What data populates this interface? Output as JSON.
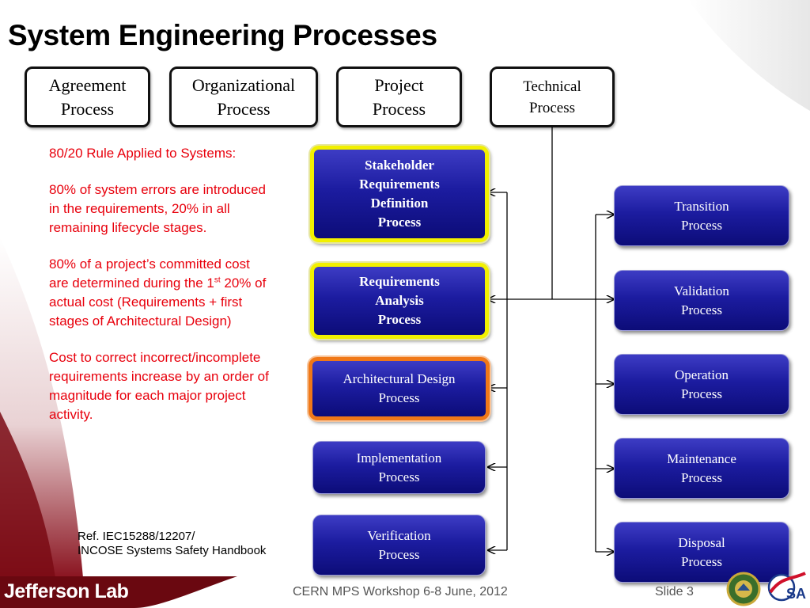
{
  "title": "System Engineering Processes",
  "top_processes": [
    {
      "label": "Agreement\nProcess"
    },
    {
      "label": "Organizational\nProcess"
    },
    {
      "label": "Project\nProcess"
    },
    {
      "label": "Technical\nProcess"
    }
  ],
  "left_processes": [
    {
      "label": "Stakeholder\nRequirements\nDefinition\nProcess",
      "highlight": "yellow"
    },
    {
      "label": "Requirements\nAnalysis\nProcess",
      "highlight": "yellow"
    },
    {
      "label": "Architectural Design\nProcess",
      "highlight": "orange"
    },
    {
      "label": "Implementation\nProcess",
      "highlight": "none"
    },
    {
      "label": "Verification\nProcess",
      "highlight": "none"
    }
  ],
  "right_processes": [
    {
      "label": "Transition\nProcess"
    },
    {
      "label": "Validation\nProcess"
    },
    {
      "label": "Operation\nProcess"
    },
    {
      "label": "Maintenance\nProcess"
    },
    {
      "label": "Disposal\nProcess"
    }
  ],
  "notes": {
    "p1": "80/20 Rule Applied to Systems:",
    "p2": "80% of system errors are introduced in the requirements, 20% in all remaining lifecycle stages.",
    "p3_a": "80% of a project’s committed cost are determined during the 1",
    "p3_sup": "st",
    "p3_b": " 20% of actual cost (Requirements + first stages of Architectural Design)",
    "p4": "Cost to correct incorrect/incomplete requirements increase by an order of magnitude for each major project activity."
  },
  "reference": "Ref. IEC15288/12207/\nINCOSE Systems Safety Handbook",
  "footer": {
    "logo": "Jefferson Lab",
    "center": "CERN MPS Workshop 6-8 June, 2012",
    "slide": "Slide 3"
  },
  "colors": {
    "box_fill": "#1c1ca0",
    "highlight_yellow": "#f2f000",
    "highlight_orange": "#f07818",
    "note_text": "#e8000c",
    "swoosh": "#7a0a14"
  }
}
